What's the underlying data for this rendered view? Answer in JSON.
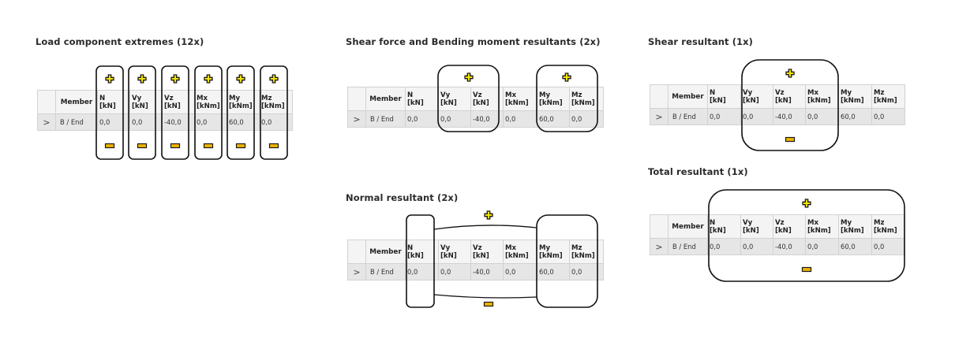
{
  "table": {
    "headers": [
      {
        "name": "Member",
        "unit": ""
      },
      {
        "name": "N",
        "unit": "[kN]"
      },
      {
        "name": "Vy",
        "unit": "[kN]"
      },
      {
        "name": "Vz",
        "unit": "[kN]"
      },
      {
        "name": "Mx",
        "unit": "[kNm]"
      },
      {
        "name": "My",
        "unit": "[kNm]"
      },
      {
        "name": "Mz",
        "unit": "[kNm]"
      }
    ],
    "row": {
      "expander": ">",
      "member": "B / End",
      "values": [
        "0,0",
        "0,0",
        "-40,0",
        "0,0",
        "60,0",
        "0,0"
      ]
    }
  },
  "panels": {
    "load_extremes": {
      "title": "Load component extremes (12x)"
    },
    "shear_bending": {
      "title": "Shear force and Bending moment resultants (2x)"
    },
    "normal": {
      "title": "Normal resultant (2x)"
    },
    "shear": {
      "title": "Shear resultant (1x)"
    },
    "total": {
      "title": "Total resultant (1x)"
    }
  },
  "icons": {
    "plus": "plus-icon",
    "minus": "minus-icon"
  },
  "colors": {
    "plus_fill": "#f2e300",
    "minus_fill": "#f0b400",
    "frame": "#111111"
  }
}
